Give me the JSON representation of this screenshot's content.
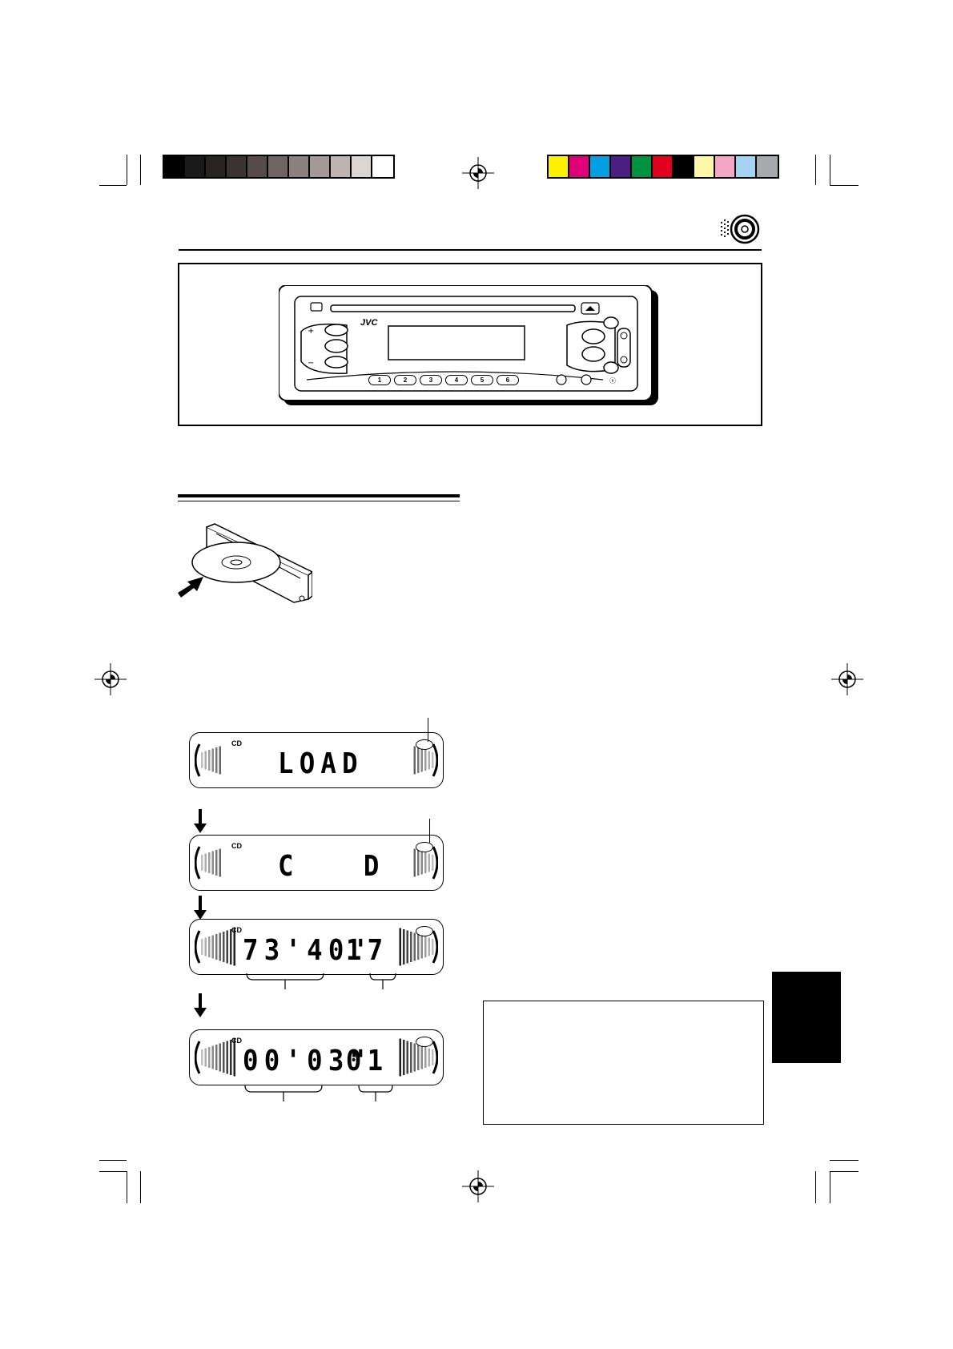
{
  "color_bars": {
    "grays": [
      "#000000",
      "#1a1a1a",
      "#2a2323",
      "#3b3333",
      "#554b4b",
      "#6e6461",
      "#8a807c",
      "#a39995",
      "#bdb4af",
      "#dcd6d2",
      "#ffffff"
    ],
    "colors": [
      "#fff200",
      "#e0007a",
      "#00a0e3",
      "#4b1e83",
      "#00923f",
      "#e2001a",
      "#000000",
      "#fff7a8",
      "#f4a6c4",
      "#a4d4f2",
      "#a7a9ac"
    ]
  },
  "unit": {
    "brand": "JVC",
    "preset_buttons": [
      "1",
      "2",
      "3",
      "4",
      "5",
      "6"
    ]
  },
  "lcd_frames": [
    {
      "source": "CD",
      "main": "LOAD",
      "right": ""
    },
    {
      "source": "CD",
      "main": "C   D",
      "right": ""
    },
    {
      "source": "CD",
      "main": "73'40\"",
      "right": "17"
    },
    {
      "source": "CD",
      "main": "00'03\"",
      "right": "01"
    }
  ],
  "colors": {
    "ink": "#000000",
    "tab": "#000000"
  }
}
